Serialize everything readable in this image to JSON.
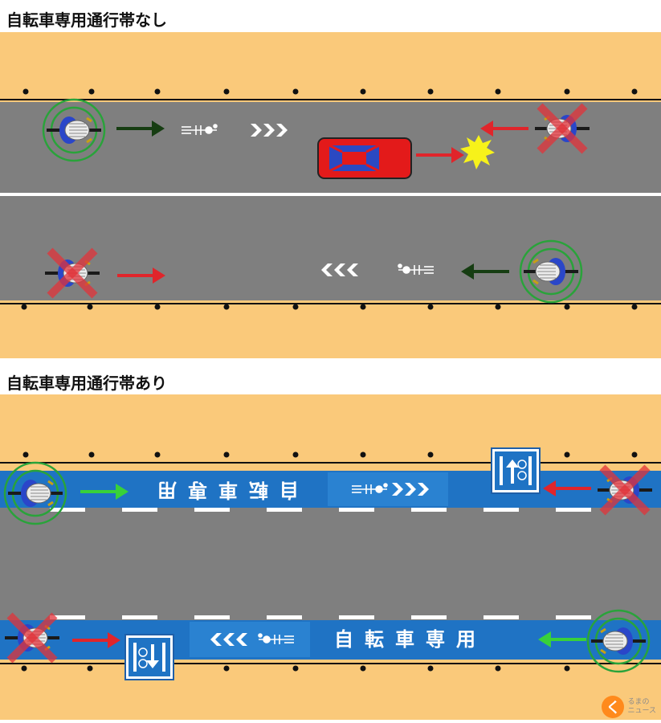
{
  "diagram1": {
    "heading": "自転車専用通行帯なし"
  },
  "diagram2": {
    "heading": "自転車専用通行帯あり",
    "lane_text_top": "自転車専用",
    "lane_text_bottom": "自転車専用"
  },
  "colors": {
    "sidewalk": "#fac97a",
    "road": "#7f7f7f",
    "bike_lane": "#1f73c4",
    "ok_circle": "#29a33a",
    "ng_cross": "#e2333a",
    "arrow_red": "#e0252b",
    "arrow_dark_green": "#163d12",
    "arrow_light_green": "#38d13a",
    "car": "#e31a1a",
    "impact": "#f7f21a"
  },
  "icons": {
    "cyclist_ok": "cyclist-icon",
    "cyclist_ng": "cyclist-icon",
    "prohibited": "cross-mark-icon",
    "allowed": "circle-mark-icon",
    "collision": "collision-burst-icon",
    "sign": "bicycle-lane-sign-icon"
  },
  "watermark": {
    "logo": "くるまのニュース"
  }
}
